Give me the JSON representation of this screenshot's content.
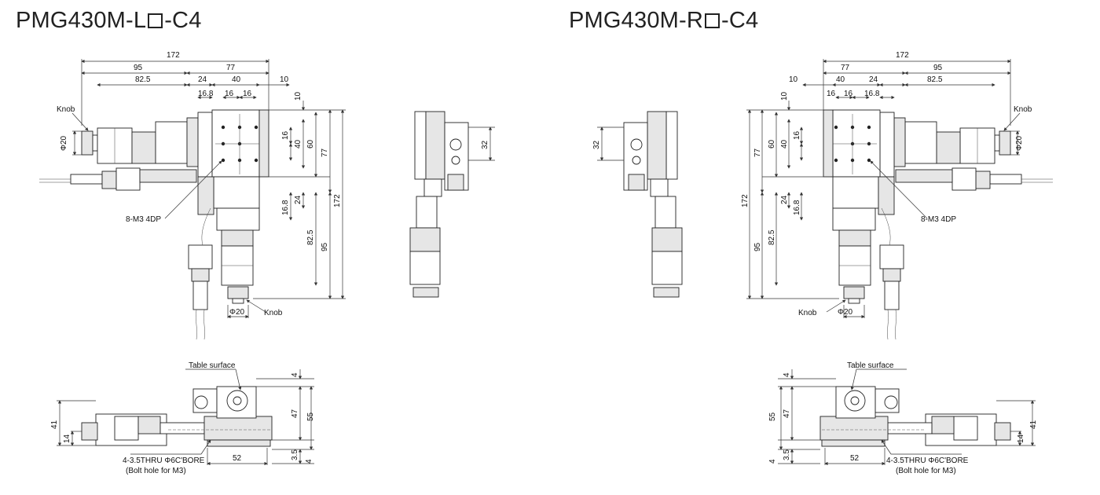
{
  "left": {
    "title_pre": "PMG430M-L",
    "title_post": "-C4",
    "dims": {
      "d172": "172",
      "d95": "95",
      "d77": "77",
      "d82_5": "82.5",
      "d24": "24",
      "d40": "40",
      "d10": "10",
      "d16_8": "16.8",
      "d16a": "16",
      "d16b": "16",
      "v10": "10",
      "v16": "16",
      "v40": "40",
      "v60": "60",
      "v77": "77",
      "v16_8": "16.8",
      "v24": "24",
      "v82_5": "82.5",
      "v95": "95",
      "v172": "172",
      "phi20a": "Φ20",
      "phi20b": "Φ20",
      "side32": "32",
      "e4": "4",
      "e47": "47",
      "e55": "55",
      "e41": "41",
      "e14": "14",
      "e3_5": "3.5",
      "e4b": "4",
      "e52": "52"
    },
    "labels": {
      "knob_a": "Knob",
      "knob_b": "Knob",
      "tap": "8-M3 4DP",
      "table_surface": "Table surface",
      "thru": "4-3.5THRU Φ6C'BORE",
      "bolt": "(Bolt hole for M3)"
    }
  },
  "right": {
    "title_pre": "PMG430M-R",
    "title_post": "-C4",
    "dims": {
      "d172": "172",
      "d95": "95",
      "d77": "77",
      "d82_5": "82.5",
      "d24": "24",
      "d40": "40",
      "d10": "10",
      "d16_8": "16.8",
      "d16a": "16",
      "d16b": "16",
      "v10": "10",
      "v16": "16",
      "v40": "40",
      "v60": "60",
      "v77": "77",
      "v16_8": "16.8",
      "v24": "24",
      "v82_5": "82.5",
      "v95": "95",
      "v172": "172",
      "phi20a": "Φ20",
      "phi20b": "Φ20",
      "side32": "32",
      "e4": "4",
      "e47": "47",
      "e55": "55",
      "e41": "41",
      "e14": "14",
      "e3_5": "3.5",
      "e4b": "4",
      "e52": "52"
    },
    "labels": {
      "knob_a": "Knob",
      "knob_b": "Knob",
      "tap": "8-M3 4DP",
      "table_surface": "Table surface",
      "thru": "4-3.5THRU Φ6C'BORE",
      "bolt": "(Bolt hole for M3)"
    }
  }
}
